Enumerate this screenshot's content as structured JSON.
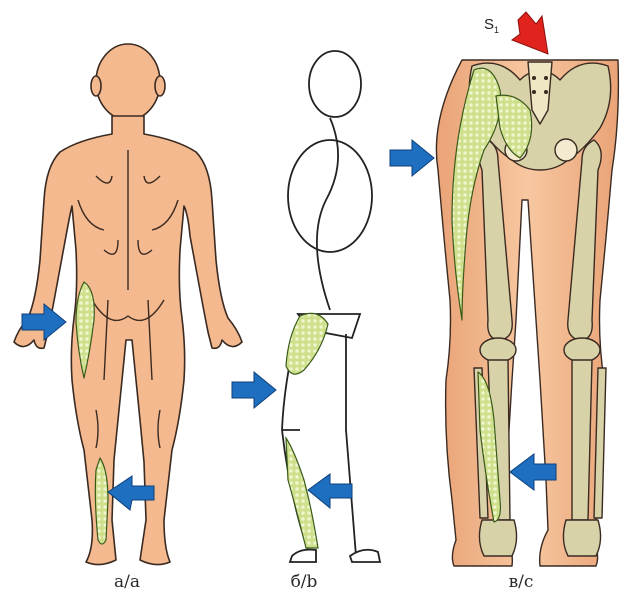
{
  "captions": {
    "panel_a": "а/a",
    "panel_b": "б/b",
    "panel_c": "в/c"
  },
  "markers": {
    "segment_label": "S",
    "segment_index": "1"
  },
  "colors": {
    "skin": "#f4b98e",
    "skin_outline": "#3a2a22",
    "bone": "#d8d2a8",
    "highlight": "#b9d07a",
    "arrow_blue": "#1f6fc0",
    "arrow_red": "#e0231c"
  },
  "icons": {
    "pointer_arrow": "blue-arrow-icon",
    "spine_arrow": "red-arrow-icon"
  }
}
